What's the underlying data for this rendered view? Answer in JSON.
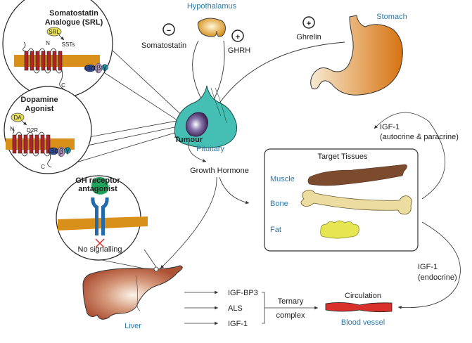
{
  "organs": {
    "hypothalamus": "Hypothalamus",
    "stomach": "Stomach",
    "pituitary": "Pituitary",
    "tumour": "Tumour",
    "liver": "Liver",
    "blood_vessel": "Blood vessel"
  },
  "signals": {
    "somatostatin": "Somatostatin",
    "ghrh": "GHRH",
    "ghrelin": "Ghrelin",
    "growth_hormone": "Growth Hormone",
    "igf1_auto_line1": "IGF-1",
    "igf1_auto_line2": "(autocrine & paracrine)",
    "igf1_endo_line1": "IGF-1",
    "igf1_endo_line2": "(endocrine)",
    "minus": "−",
    "plus": "+"
  },
  "insets": {
    "srl": {
      "title_line1": "Somatostatin",
      "title_line2": "Analogue (SRL)",
      "ligand": "SRL",
      "receptor": "SSTs",
      "n": "N",
      "c": "C",
      "g1": "Gα",
      "g2": "β",
      "g3": "γ"
    },
    "dopamine": {
      "title_line1": "Dopamine",
      "title_line2": "Agonist",
      "ligand": "DA",
      "receptor": "D2R",
      "n": "N",
      "c": "C",
      "g1": "Gα",
      "g2": "β",
      "g3": "γ"
    },
    "ghra": {
      "title_line1": "GH receptor",
      "title_line2": "antagonist",
      "note": "No signalling"
    }
  },
  "target_tissues": {
    "title": "Target Tissues",
    "items": [
      "Muscle",
      "Bone",
      "Fat"
    ]
  },
  "liver_products": [
    "IGF-BP3",
    "ALS",
    "IGF-1"
  ],
  "ternary": {
    "line1": "Ternary",
    "line2": "complex"
  },
  "circulation": "Circulation",
  "colors": {
    "label_blue": "#2a7aa8",
    "membrane": "#d9901a",
    "receptor_red": "#b0242a",
    "pituitary": "#45bfb3",
    "liver": "#b5583a",
    "vessel": "#d8302a"
  }
}
